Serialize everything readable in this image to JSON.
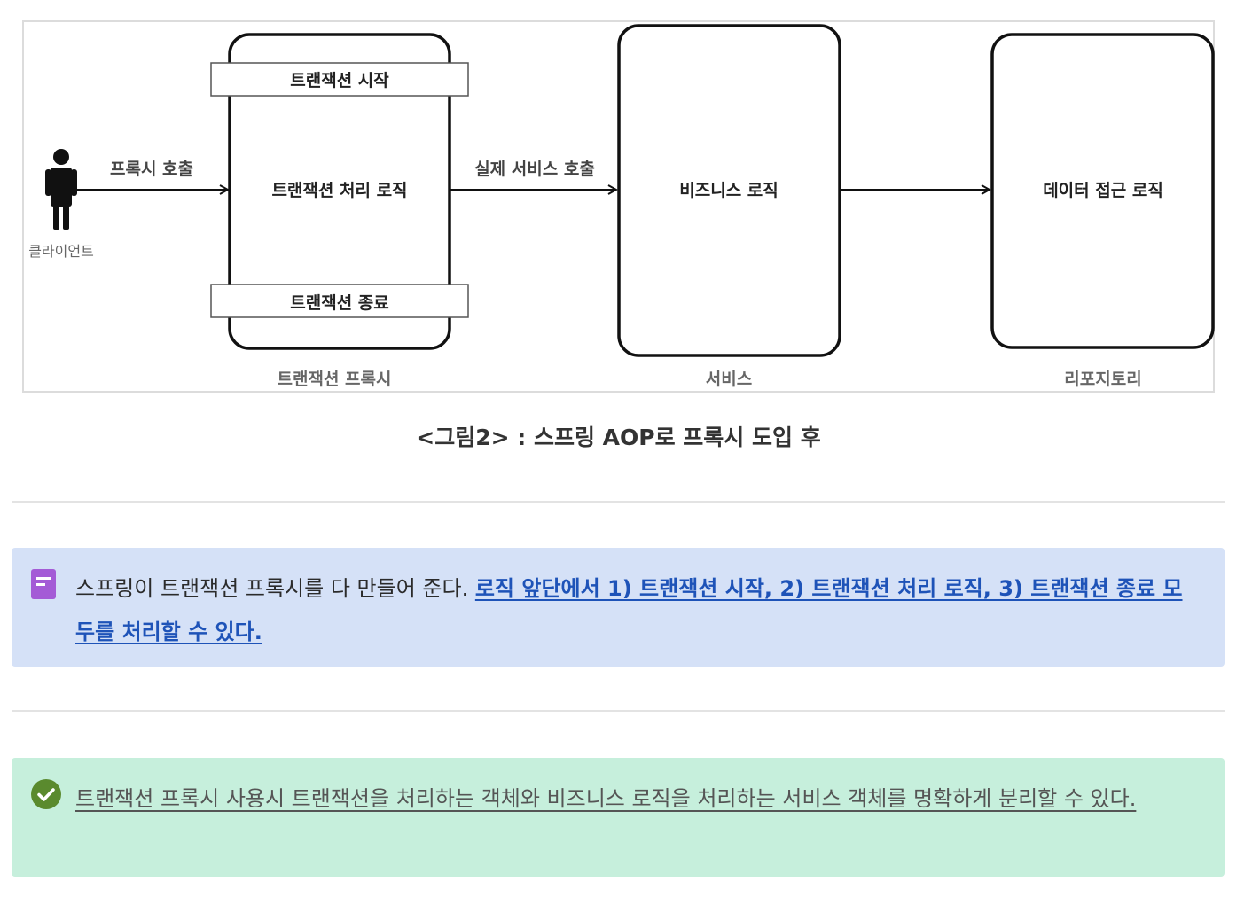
{
  "diagram": {
    "client_label": "클라이언트",
    "proxy_call_label": "프록시 호출",
    "tx_start": "트랜잭션 시작",
    "tx_logic": "트랜잭션 처리 로직",
    "tx_end": "트랜잭션 종료",
    "proxy_label": "트랜잭션 프록시",
    "real_call_label": "실제 서비스 호출",
    "business_logic": "비즈니스 로직",
    "service_label": "서비스",
    "data_access": "데이터 접근 로직",
    "repository_label": "리포지토리"
  },
  "caption": "<그림2> : 스프링 AOP로 프록시 도입 후",
  "callout_info": {
    "icon": "document-icon",
    "color": "#d5e1f7",
    "plain_text": "스프링이 트랜잭션 프록시를 다 만들어 준다. ",
    "link_text": "로직 앞단에서 1) 트랜잭션 시작, 2) 트랜잭션 처리 로직, 3) 트랜잭션 종료 모두를 처리할 수 있다."
  },
  "callout_success": {
    "icon": "check-circle-icon",
    "color": "#c6efdc",
    "link_text": "트랜잭션 프록시 사용시 트랜잭션을 처리하는 객체와 비즈니스 로직을 처리하는 서비스 객체를 명확하게 분리할 수 있다."
  }
}
